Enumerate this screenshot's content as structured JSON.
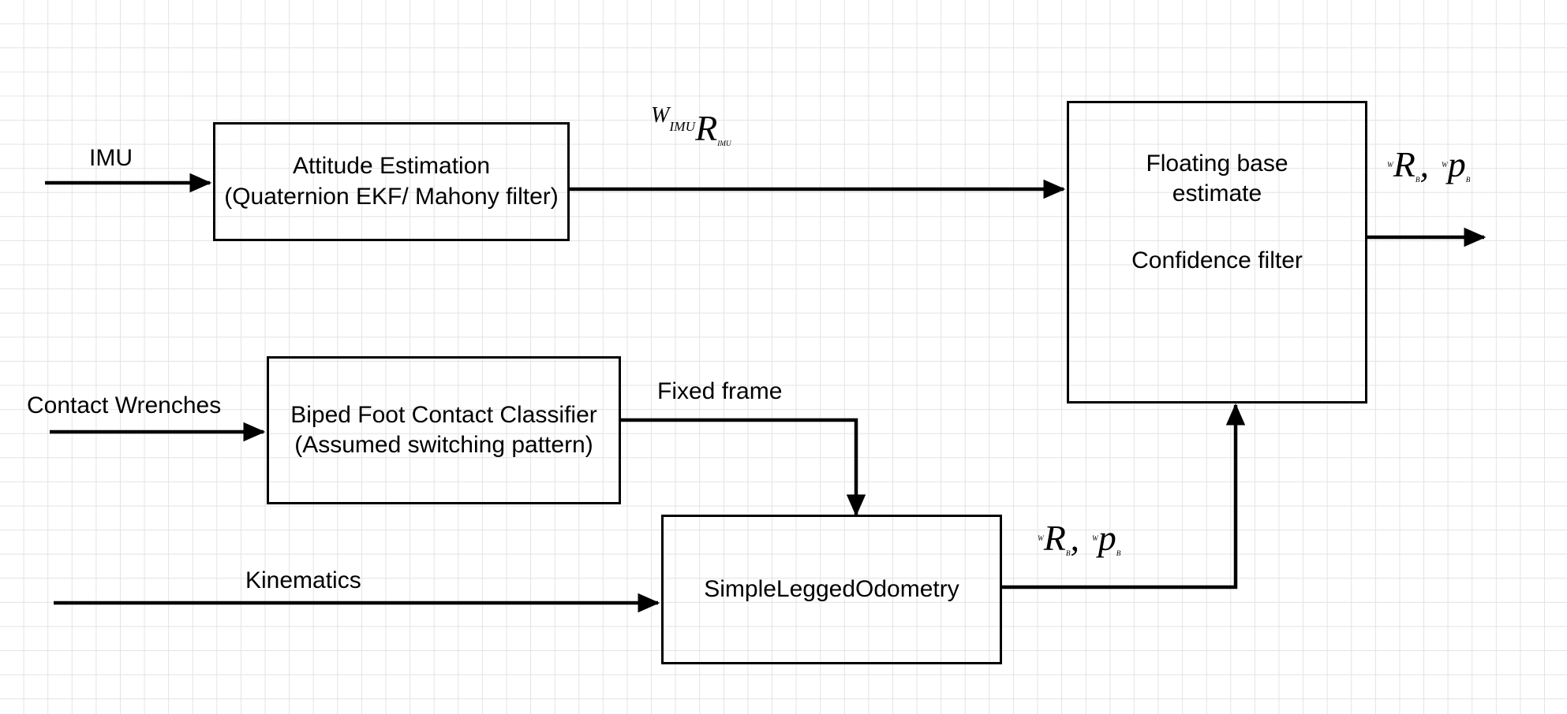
{
  "diagram": {
    "title": "Floating base estimation block diagram",
    "background": "#ffffff",
    "grid_color": "#e3e3e3",
    "stroke_color": "#000000"
  },
  "blocks": [
    {
      "id": "attitude-estimation",
      "lines": [
        "Attitude Estimation",
        "(Quaternion EKF/ Mahony filter)"
      ]
    },
    {
      "id": "biped-foot-contact-classifier",
      "lines": [
        "Biped Foot Contact Classifier",
        "(Assumed switching pattern)"
      ]
    },
    {
      "id": "simple-legged-odometry",
      "lines": [
        "SimpleLeggedOdometry"
      ]
    },
    {
      "id": "floating-base-estimate",
      "lines": [
        "Floating base",
        "estimate",
        "",
        "Confidence filter"
      ]
    }
  ],
  "labels": {
    "imu": "IMU",
    "contact_wrenches": "Contact Wrenches",
    "kinematics": "Kinematics",
    "fixed_frame": "Fixed frame"
  },
  "math_labels": {
    "imu_rotation": {
      "id": "W_IMU_R_IMU",
      "sup_base": "W",
      "sup_sub": "IMU",
      "symbol": "R",
      "sub": "IMU"
    },
    "base_pose_output": {
      "id": "W_R_B_W_p_B",
      "terms": [
        {
          "sup": "W",
          "symbol": "R",
          "sub": "B"
        },
        {
          "sup": "W",
          "symbol": "p",
          "sub": "B"
        }
      ],
      "separator": ","
    },
    "base_pose_feedback": {
      "id": "W_R_B_W_p_B",
      "terms": [
        {
          "sup": "W",
          "symbol": "R",
          "sub": "B"
        },
        {
          "sup": "W",
          "symbol": "p",
          "sub": "B"
        }
      ],
      "separator": ","
    }
  },
  "connections": [
    {
      "id": "imu-to-attitude",
      "from": "input",
      "to": "attitude-estimation",
      "label": "IMU"
    },
    {
      "id": "attitude-to-floating-base",
      "from": "attitude-estimation",
      "to": "floating-base-estimate",
      "label": "W_IMU_R_IMU"
    },
    {
      "id": "wrenches-to-classifier",
      "from": "input",
      "to": "biped-foot-contact-classifier",
      "label": "Contact Wrenches"
    },
    {
      "id": "classifier-to-odometry",
      "from": "biped-foot-contact-classifier",
      "to": "simple-legged-odometry",
      "label": "Fixed frame"
    },
    {
      "id": "kinematics-to-odometry",
      "from": "input",
      "to": "simple-legged-odometry",
      "label": "Kinematics"
    },
    {
      "id": "odometry-to-floating-base",
      "from": "simple-legged-odometry",
      "to": "floating-base-estimate",
      "label": "W_R_B_W_p_B"
    },
    {
      "id": "floating-base-output",
      "from": "floating-base-estimate",
      "to": "output",
      "label": "W_R_B_W_p_B"
    }
  ]
}
